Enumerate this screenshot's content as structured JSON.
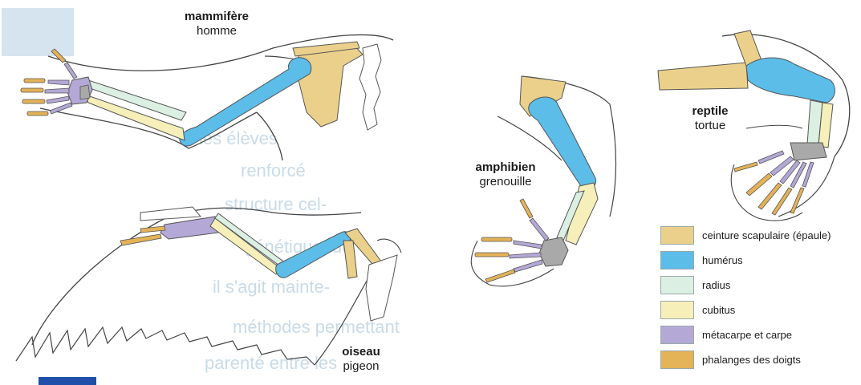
{
  "background_text": [
    "les élèves",
    "renforcé",
    "structure cel-",
    "génétique, de",
    "il s'agit mainte-",
    "méthodes permettant",
    "parenté entre les"
  ],
  "labels": {
    "mammal": {
      "title": "mammifère",
      "name": "homme"
    },
    "bird": {
      "title": "oiseau",
      "name": "pigeon"
    },
    "amphibian": {
      "title": "amphibien",
      "name": "grenouille"
    },
    "reptile": {
      "title": "reptile",
      "name": "tortue"
    }
  },
  "legend": [
    {
      "label": "ceinture scapulaire (épaule)",
      "color": "#ead08a"
    },
    {
      "label": "humérus",
      "color": "#5bbde8"
    },
    {
      "label": "radius",
      "color": "#dcefe3"
    },
    {
      "label": "cubitus",
      "color": "#f6efb9"
    },
    {
      "label": "métacarpe et carpe",
      "color": "#b3a8d6"
    },
    {
      "label": "phalanges des doigts",
      "color": "#e4b257"
    }
  ]
}
